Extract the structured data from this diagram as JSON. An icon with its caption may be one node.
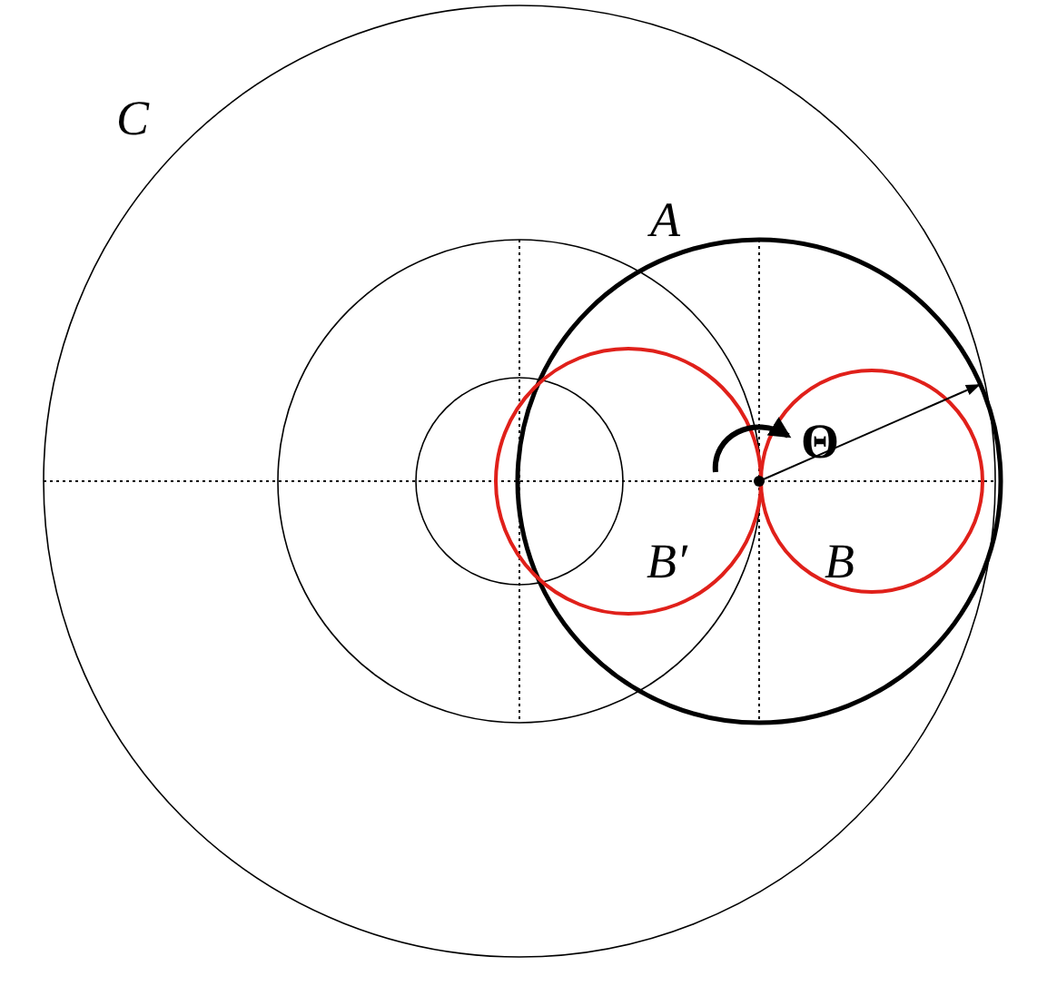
{
  "diagram": {
    "labels": [
      "C",
      "A",
      "Θ",
      "B′",
      "B"
    ]
  }
}
